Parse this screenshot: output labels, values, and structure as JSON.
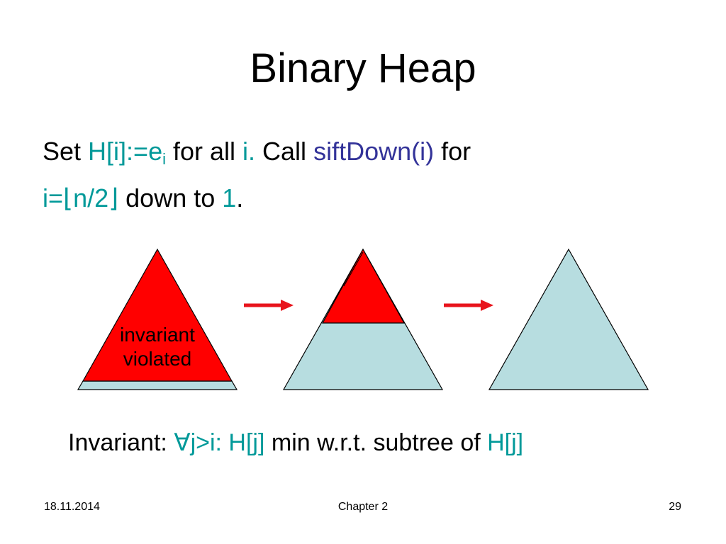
{
  "slide": {
    "title": "Binary Heap",
    "line1": {
      "set": "Set ",
      "h_assign": "H[i]:=e",
      "sub_i": "i",
      "for_all": " for all ",
      "i_dot": "i.",
      "call": " Call ",
      "siftdown": "siftDown(i)",
      "for": " for"
    },
    "line2": {
      "range": "i=⌊n/2⌋",
      "down_to": " down to ",
      "one": "1",
      "period": "."
    },
    "diagram": {
      "label_line1": "invariant",
      "label_line2": "violated"
    },
    "invariant": {
      "prefix": "Invariant: ",
      "forall": "∀j>i: H[j]",
      "middle": " min w.r.t. subtree of ",
      "hj": "H[j]"
    },
    "footer": {
      "date": "18.11.2014",
      "chapter": "Chapter 2",
      "page": "29"
    }
  },
  "colors": {
    "teal": "#009999",
    "blue": "#333399",
    "red": "#ff0000",
    "light_blue": "#b7dde0"
  }
}
